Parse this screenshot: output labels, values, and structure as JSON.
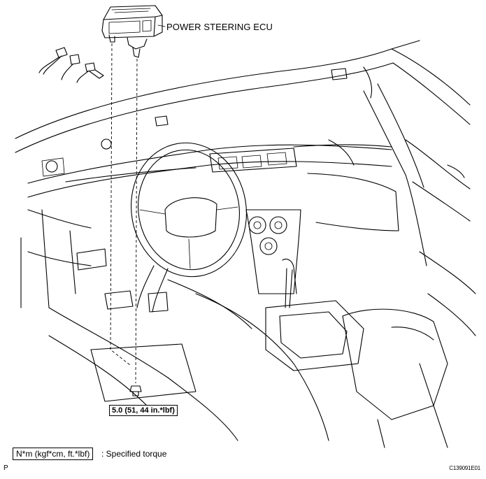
{
  "callouts": {
    "component": "POWER STEERING ECU",
    "torque_value": "5.0 (51, 44 in.*lbf)"
  },
  "legend": {
    "unit_box": "N*m (kgf*cm, ft.*lbf)",
    "description": ": Specified torque"
  },
  "codes": {
    "page": "P",
    "figure": "C139091E01"
  },
  "colors": {
    "ink": "#000000",
    "background": "#ffffff"
  }
}
